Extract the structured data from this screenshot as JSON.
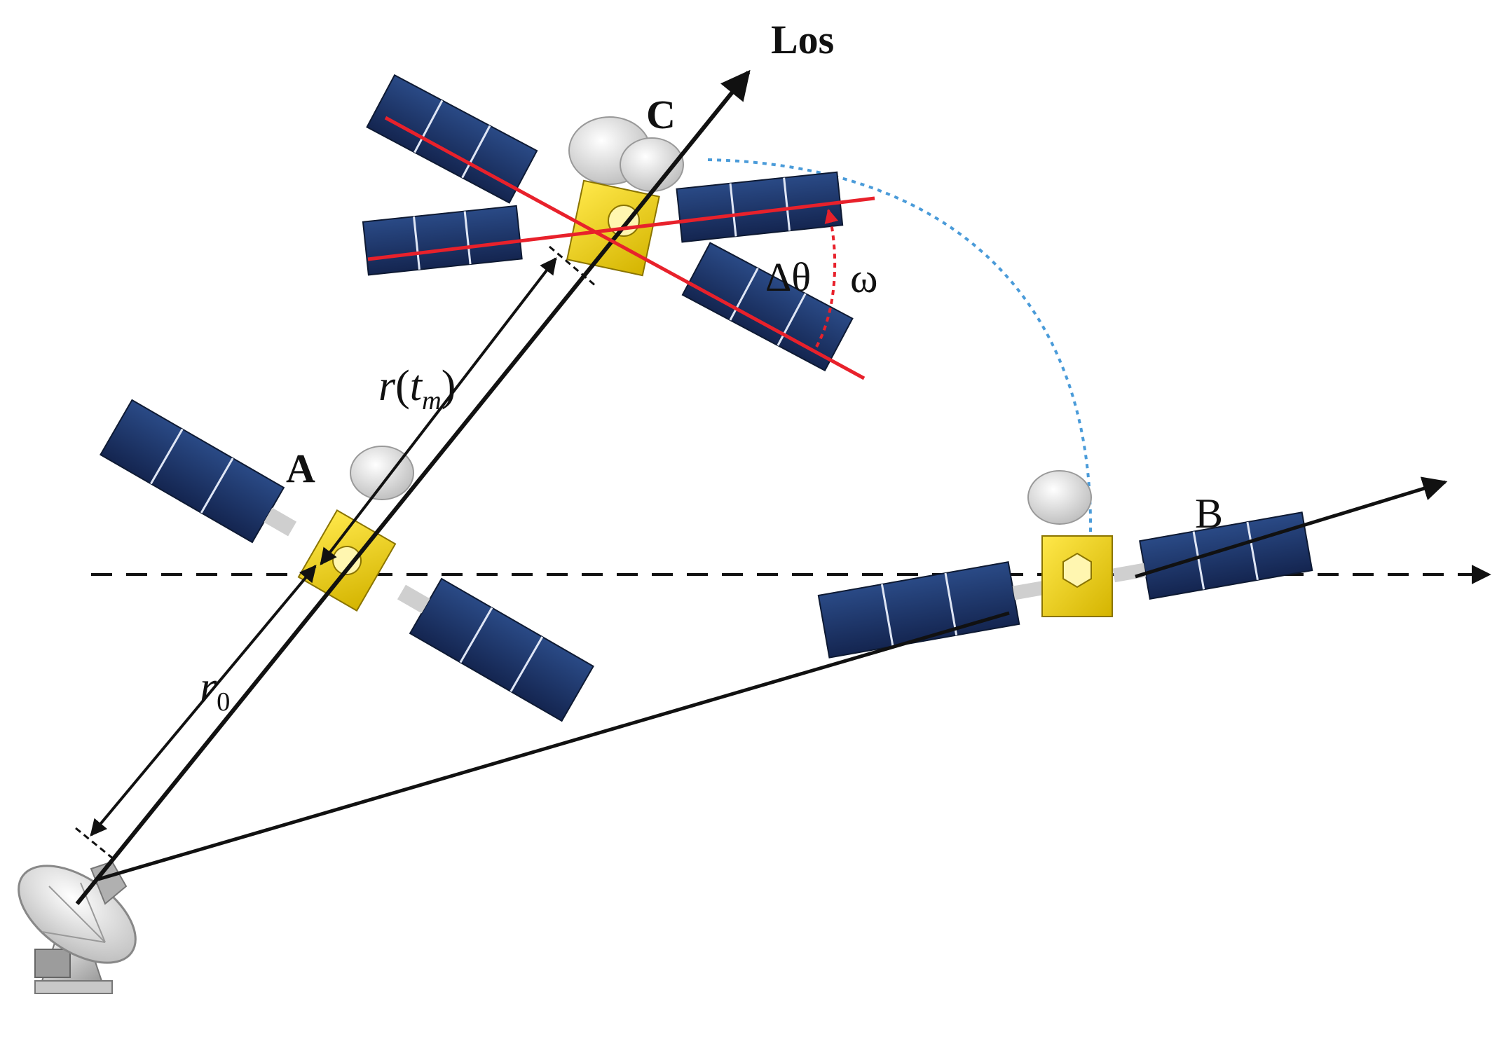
{
  "labels": {
    "los": "Los",
    "c": "C",
    "a": "A",
    "b": "B",
    "delta_theta": "Δθ",
    "omega": "ω",
    "r_t": "r",
    "r_t_open": "(",
    "r_t_var": "t",
    "r_t_sub": "m",
    "r_t_close": ")",
    "r0_main": "r",
    "r0_sub": "0"
  },
  "colors": {
    "line": "#111111",
    "attitude_line": "#e8212b",
    "dashed_arc": "#4a9bd9",
    "panel": "#1d3566",
    "panel_edge": "#0e1a33",
    "body": "#f2d200",
    "dish": "#f0f0f0"
  },
  "icons": {
    "satellite": "satellite-icon",
    "ground_station": "radar-dish-icon"
  }
}
